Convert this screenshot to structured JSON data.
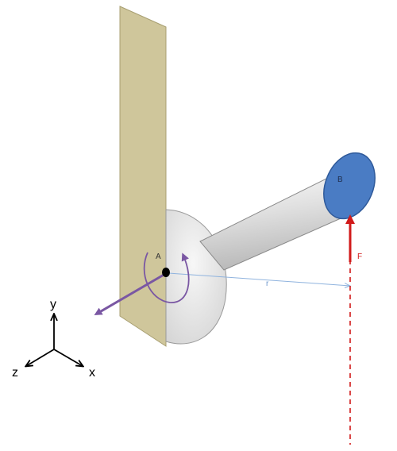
{
  "labels": {
    "point_a": "A",
    "point_b": "B",
    "force": "F",
    "radius": "r"
  },
  "axes": {
    "x": "x",
    "y": "y",
    "z": "z"
  },
  "colors": {
    "wall_fill": "#cfc69b",
    "wall_edge": "#a89f72",
    "flange": "#e6e6e6",
    "rod": "#dcdcdc",
    "disc_b": "#4a7cc4",
    "force": "#d11a1a",
    "moment": "#7a57a3",
    "radius_line": "#8fb3de"
  }
}
